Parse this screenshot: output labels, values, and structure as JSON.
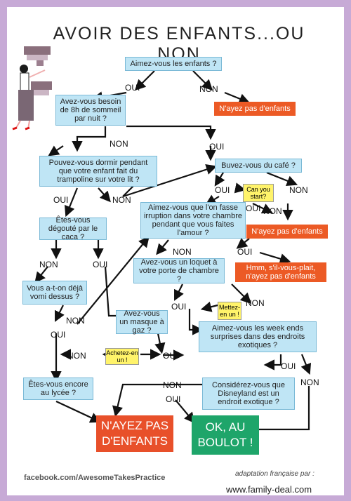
{
  "title": "AVOIR DES ENFANTS...OU NON",
  "questions": {
    "q1": "Aimez-vous les enfants ?",
    "q2": "Avez-vous besoin de 8h de sommeil par nuit ?",
    "q3": "Pouvez-vous dormir pendant que votre enfant fait du trampoline sur votre lit ?",
    "q4": "Buvez-vous du café ?",
    "q5": "Aimez-vous que l'on fasse irruption dans votre chambre pendant que vous faites l'amour ?",
    "q6": "Êtes-vous dégouté par le caca ?",
    "q7": "Avez-vous un loquet à votre porte de chambre ?",
    "q8": "Vous a-t-on déjà vomi dessus ?",
    "q9": "Avez-vous un masque à gaz ?",
    "q10": "Aimez-vous les week ends surprises dans des endroits exotiques ?",
    "q11": "Êtes-vous encore au lycée ?",
    "q12": "Considérez-vous que Disneyland est un endroit exotique ?"
  },
  "labels": {
    "oui": "OUI",
    "non": "NON"
  },
  "results": {
    "r1": "N'ayez pas d'enfants",
    "r2": "N'ayez pas d'enfants",
    "r3": "Hmm, s'il-vous-plait, n'ayez pas d'enfants",
    "final_no": "N'AYEZ PAS D'ENFANTS",
    "final_yes": "OK, AU BOULOT !"
  },
  "notes": {
    "coffee": "Can you start?",
    "latch": "Mettez-en un !",
    "mask": "Achetez-en un !"
  },
  "footer": {
    "left": "facebook.com/AwesomeTakesPractice",
    "right_top": "adaptation française par :",
    "right_bottom": "www.family-deal.com"
  }
}
